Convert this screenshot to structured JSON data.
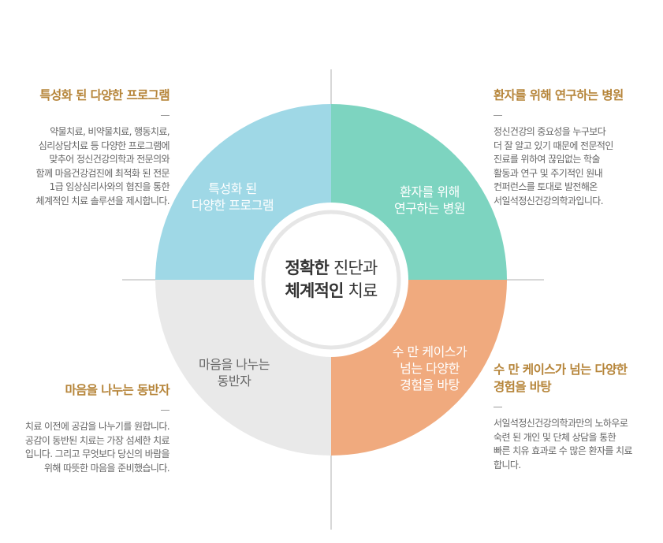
{
  "colors": {
    "q_top_left": "#9fd8e6",
    "q_top_right": "#7dd4c0",
    "q_bottom_right": "#f0aa7e",
    "q_bottom_left": "#e9e9e9",
    "title_accent": "#b6853a",
    "body_text": "#666666",
    "axis": "#cccccc"
  },
  "center": {
    "line1_bold": "정확한",
    "line1_rest": " 진단과",
    "line2_bold": "체계적인",
    "line2_rest": " 치료"
  },
  "quadrants": {
    "top_left": {
      "line1": "특성화 된",
      "line2": "다양한 프로그램"
    },
    "top_right": {
      "line1": "환자를 위해",
      "line2": "연구하는 병원"
    },
    "bottom_right": {
      "line1": "수 만 케이스가",
      "line2": "넘는 다양한",
      "line3": "경험을 바탕"
    },
    "bottom_left": {
      "line1": "마음을 나누는",
      "line2": "동반자"
    }
  },
  "blocks": {
    "top_left": {
      "title": "특성화 된 다양한 프로그램",
      "lines": [
        "약물치료, 비약물치료, 행동치료,",
        "심리상담치료 등 다양한 프로그램에",
        "맞추어 정신건강의학과 전문의와",
        "함께 마음건강검진에 최적화 된 전문",
        "1급 임상심리사와의 협진을 통한",
        "체계적인 치료 솔루션을 제시합니다."
      ]
    },
    "top_right": {
      "title": "환자를 위해 연구하는 병원",
      "lines": [
        "정신건강의 중요성을 누구보다",
        "더 잘 알고 있기 때문에 전문적인",
        "진료를 위하여 끊임없는 학술",
        "활동과 연구 및 주기적인 원내",
        "컨퍼런스를 토대로 발전해온",
        "서일석정신건강의학과입니다."
      ]
    },
    "bottom_left": {
      "title": "마음을 나누는 동반자",
      "lines": [
        "치료 이전에 공감을 나누기를 원합니다.",
        "공감이 동반된 치료는 가장 섬세한 치료",
        "입니다. 그리고 무엇보다 당신의 바람을",
        "위해  따뜻한  마음을  준비했습니다."
      ]
    },
    "bottom_right": {
      "title_line1": "수 만 케이스가 넘는 다양한",
      "title_line2": "경험을 바탕",
      "lines": [
        "서일석정신건강의학과만의 노하우로",
        "숙련  된  개인  및  단체  상담을  통한",
        "빠른 치유 효과로 수 많은 환자를 치료",
        "합니다."
      ]
    }
  }
}
